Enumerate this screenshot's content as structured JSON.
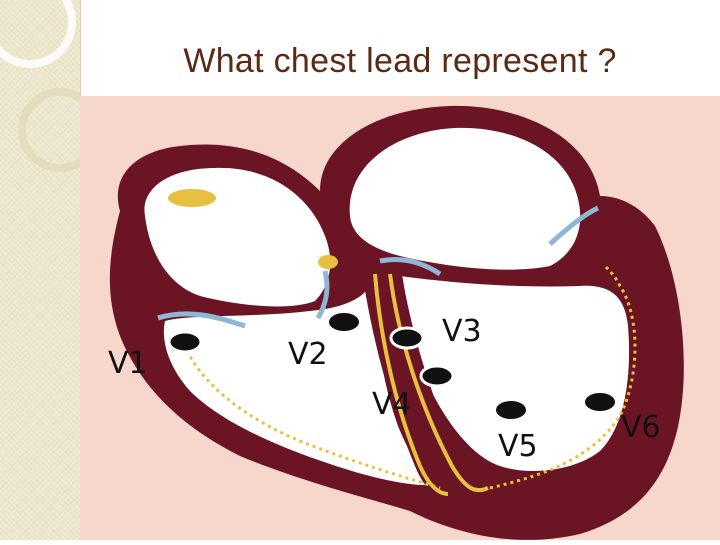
{
  "slide": {
    "title": "What chest lead represent ?"
  },
  "diagram": {
    "leads": [
      {
        "id": "V1",
        "label": "V1"
      },
      {
        "id": "V2",
        "label": "V2"
      },
      {
        "id": "V3",
        "label": "V3"
      },
      {
        "id": "V4",
        "label": "V4"
      },
      {
        "id": "V5",
        "label": "V5"
      },
      {
        "id": "V6",
        "label": "V6"
      }
    ],
    "colors": {
      "background": "#f7d6cc",
      "myocardium": "#6b1424",
      "chamber": "#ffffff",
      "conduction": "#e8c040",
      "valve": "#8fb6d6",
      "electrode": "#111111"
    }
  }
}
